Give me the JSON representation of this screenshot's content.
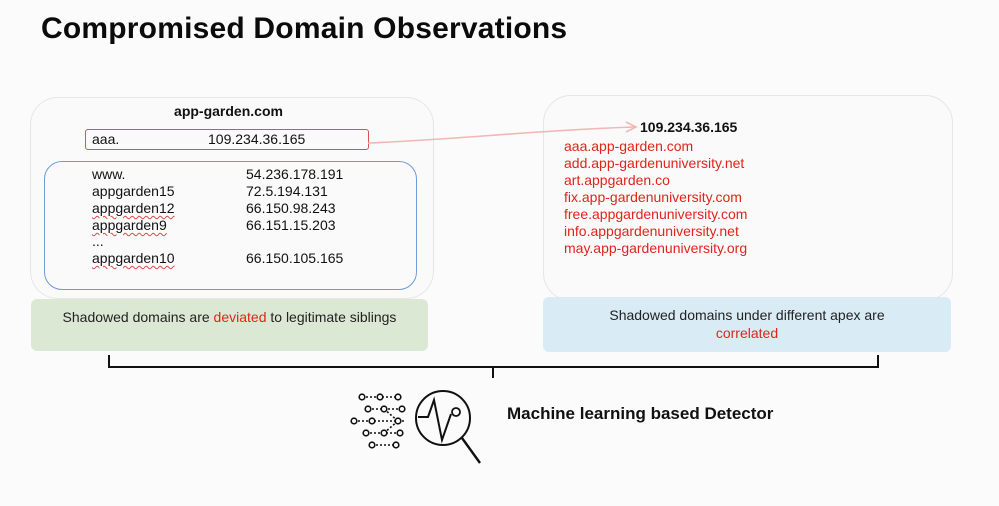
{
  "title": "Compromised Domain Observations",
  "left": {
    "apex": "app-garden.com",
    "target": {
      "host": "aaa.",
      "ip": "109.234.36.165"
    },
    "siblings": [
      {
        "host": "www.",
        "ip": "54.236.178.191"
      },
      {
        "host": "appgarden15",
        "ip": "72.5.194.131"
      },
      {
        "host": "appgarden12",
        "ip": "66.150.98.243"
      },
      {
        "host": "appgarden9",
        "ip": "66.151.15.203"
      },
      {
        "host": "...",
        "ip": ""
      },
      {
        "host": "appgarden10",
        "ip": "66.150.105.165"
      }
    ],
    "caption": {
      "before": "Shadowed domains are ",
      "highlight": "deviated",
      "after": " to legitimate siblings"
    }
  },
  "right": {
    "ip": "109.234.36.165",
    "domains": [
      "aaa.app-garden.com",
      "add.app-gardenuniversity.net",
      "art.appgarden.co",
      "fix.app-gardenuniversity.com",
      "free.appgardenuniversity.com",
      "info.appgardenuniversity.net",
      "may.app-gardenuniversity.org"
    ],
    "caption": {
      "before": "Shadowed domains under different apex are",
      "highlight": "correlated"
    }
  },
  "detector": {
    "label": "Machine learning based Detector",
    "icon": "ml-detector-icon"
  },
  "colors": {
    "accent_red": "#e0241b",
    "box_red": "#d9534f",
    "box_blue": "#6f9ad8",
    "arrow_pink": "#f2b6b6",
    "green": "#dbe9d4",
    "blue": "#d9ebf5"
  }
}
